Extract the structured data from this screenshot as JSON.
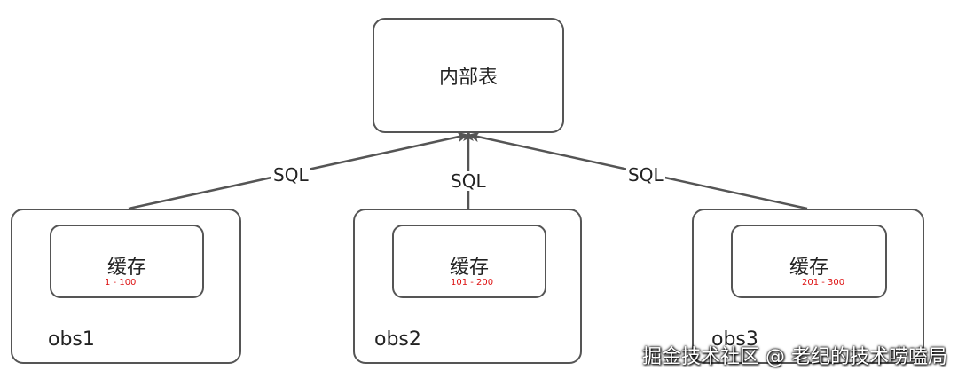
{
  "top_node": {
    "label": "内部表"
  },
  "servers": [
    {
      "name": "obs1",
      "cache_label": "缓存",
      "range": "1 - 100"
    },
    {
      "name": "obs2",
      "cache_label": "缓存",
      "range": "101 - 200"
    },
    {
      "name": "obs3",
      "cache_label": "缓存",
      "range": "201 - 300"
    }
  ],
  "edges": [
    {
      "from": "obs1",
      "to": "内部表",
      "label": "SQL"
    },
    {
      "from": "obs2",
      "to": "内部表",
      "label": "SQL"
    },
    {
      "from": "obs3",
      "to": "内部表",
      "label": "SQL"
    }
  ],
  "watermark": "掘金技术社区 @ 老纪的技术唠嗑局",
  "colors": {
    "stroke": "#555555",
    "range_text": "#dd1111"
  }
}
